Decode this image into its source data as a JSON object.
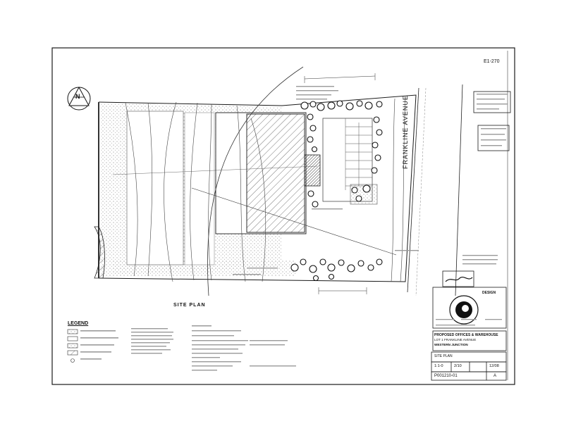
{
  "drawing": {
    "street_name": "FRANKLINE AVENUE",
    "site_plan_title": "SITE PLAN",
    "legend_title": "LEGEND",
    "north_symbol": "N",
    "top_right_mark": "E1-270",
    "colors": {
      "ink": "#1a1a1a",
      "paper": "#ffffff",
      "hatch": "#555555",
      "stipple": "#7a7a7a"
    }
  },
  "title_block": {
    "design_label": "DESIGN",
    "project_line1": "PROPOSED OFFICES & WAREHOUSE",
    "project_line2": "LOT 1 FRANKLINE AVENUE",
    "project_line3": "WESTERN JUNCTION",
    "drawing_title": "SITE PLAN",
    "scale": "1:1-0",
    "sheet": "2/10",
    "date": "12/08",
    "drawing_number": "P001210-01",
    "revision": "A"
  },
  "notes": {
    "legend_items": [
      "",
      "",
      "",
      "",
      ""
    ],
    "general_notes": [],
    "building_notes": []
  }
}
